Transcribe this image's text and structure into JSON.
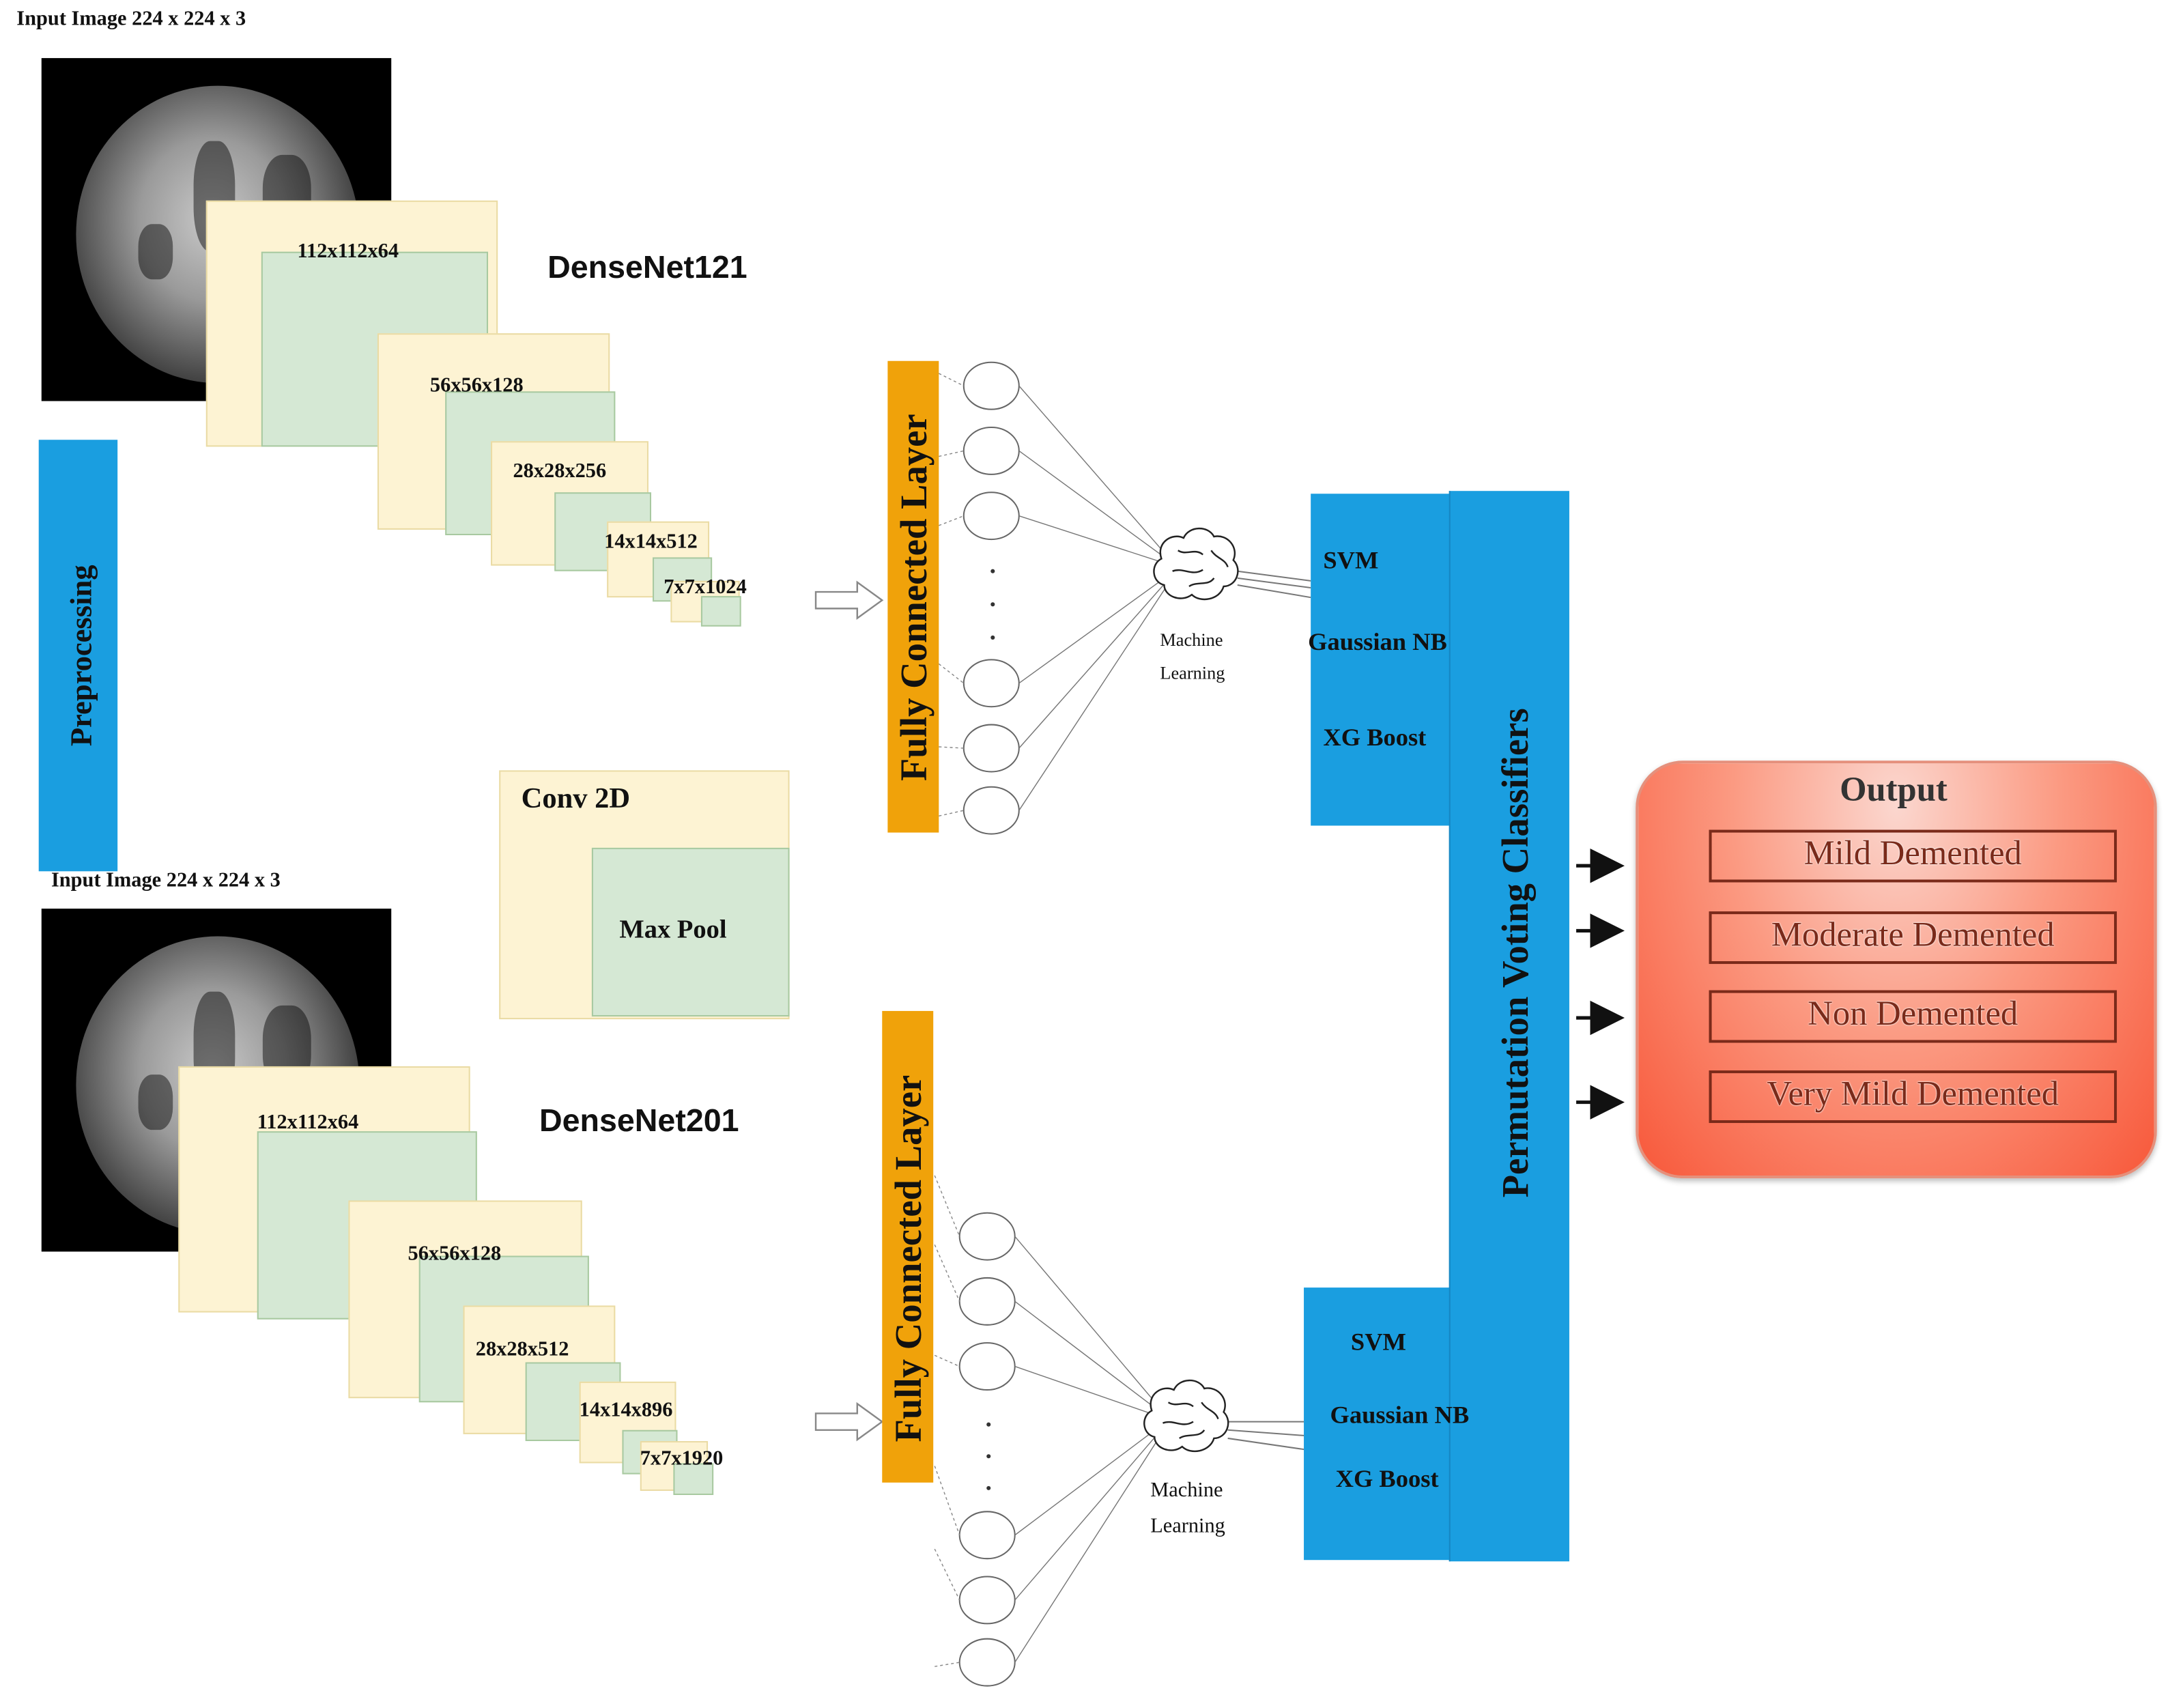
{
  "input_top": {
    "label": "Input Image 224 x 224 x 3"
  },
  "input_bottom": {
    "label": "Input Image 224 x 224 x 3"
  },
  "preprocessing": {
    "label": "Preprocessing"
  },
  "densenet121": {
    "title": "DenseNet121",
    "layers": [
      "112x112x64",
      "56x56x128",
      "28x28x256",
      "14x14x512",
      "7x7x1024"
    ]
  },
  "densenet201": {
    "title": "DenseNet201",
    "layers": [
      "112x112x64",
      "56x56x128",
      "28x28x512",
      "14x14x896",
      "7x7x1920"
    ]
  },
  "legend": {
    "conv": "Conv 2D",
    "pool": "Max Pool"
  },
  "fc_top": {
    "label": "Fully Connected Layer"
  },
  "fc_bottom": {
    "label": "Fully Connected Layer"
  },
  "ml_top": {
    "line1": "Machine",
    "line2": "Learning"
  },
  "ml_bottom": {
    "line1": "Machine",
    "line2": "Learning"
  },
  "classifiers_top": {
    "svm": "SVM",
    "gnb": "Gaussian NB",
    "xgb": "XG Boost"
  },
  "classifiers_bottom": {
    "svm": "SVM",
    "gnb": "Gaussian NB",
    "xgb": "XG Boost"
  },
  "voting": {
    "label": "Permutation Voting Classifiers"
  },
  "output": {
    "title": "Output",
    "classes": [
      "Mild Demented",
      "Moderate Demented",
      "Non Demented",
      "Very Mild Demented"
    ]
  },
  "colors": {
    "feature_map_outer": "#fdf3d3",
    "feature_map_inner": "#d5e8d4",
    "blue_block": "#1a9ee0",
    "fc_layer": "#f0a20a",
    "output_box": "#f96a50"
  },
  "icons": {
    "ml": "brain-icon",
    "arrow": "arrow-right-icon"
  }
}
